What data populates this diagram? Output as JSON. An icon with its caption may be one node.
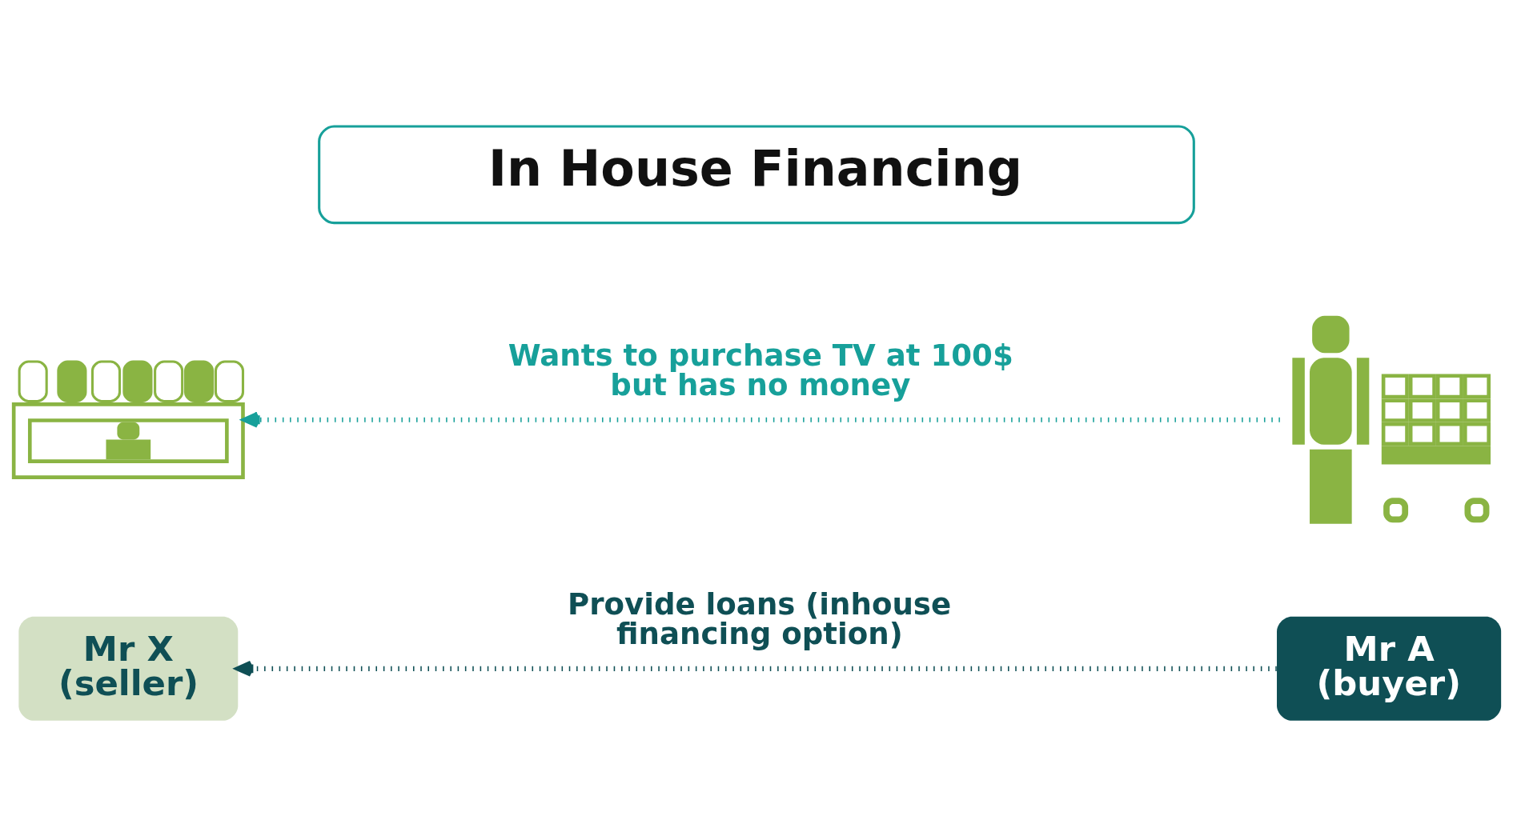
{
  "diagram": {
    "title": "In House Financing",
    "nodes": [
      {
        "text": [],
        "shape": "picture"
      },
      {
        "text": [
          "Mr X (seller)"
        ]
      },
      {
        "text": [],
        "shape": "picture"
      },
      {
        "text": [
          "Mr A (buyer)"
        ]
      }
    ],
    "edges": [
      {
        "from": 2,
        "to": 0,
        "arrow": "to",
        "label": "Wants to purchase TV at 100$ but has no money",
        "style": "dashed",
        "color": "#17a09a"
      },
      {
        "from": 3,
        "to": 1,
        "arrow": "to",
        "label": "Provide loans (inhouse financing option)",
        "style": "dashed",
        "color": "#0f4f55"
      }
    ]
  }
}
